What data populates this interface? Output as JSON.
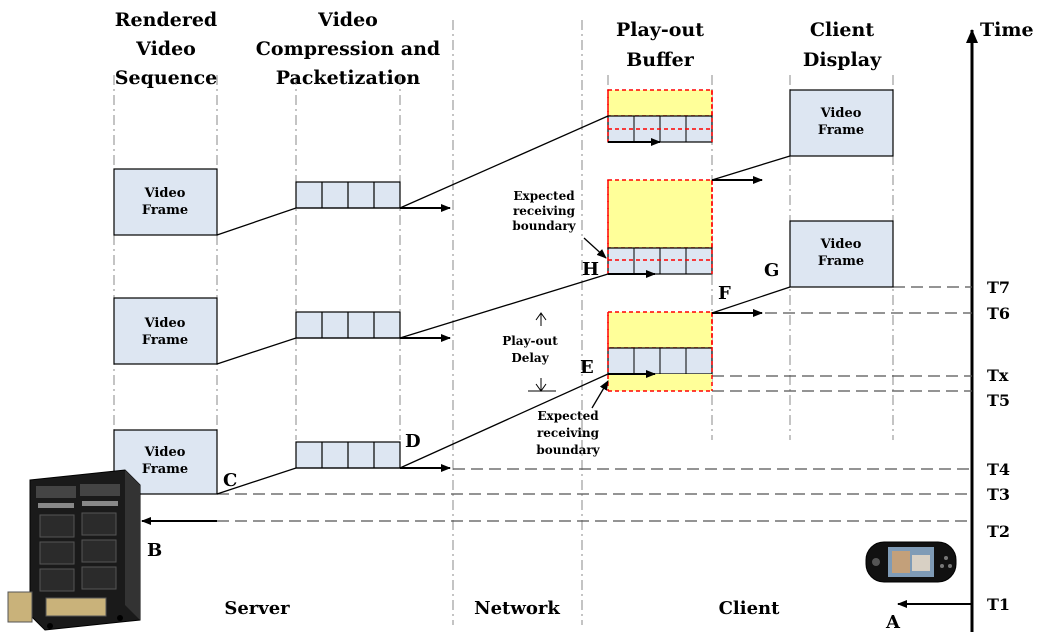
{
  "columns": {
    "rendered": [
      "Rendered",
      "Video",
      "Sequence"
    ],
    "compression": [
      "Video",
      "Compression and",
      "Packetization"
    ],
    "buffer": [
      "Play-out",
      "Buffer"
    ],
    "display": [
      "Client",
      "Display"
    ],
    "time": "Time"
  },
  "frame_label": [
    "Video",
    "Frame"
  ],
  "annotations": {
    "expected_top": [
      "Expected",
      "receiving",
      "boundary"
    ],
    "expected_bottom": [
      "Expected",
      "receiving",
      "boundary"
    ],
    "playout_delay": [
      "Play-out",
      "Delay"
    ]
  },
  "points": {
    "A": "A",
    "B": "B",
    "C": "C",
    "D": "D",
    "E": "E",
    "F": "F",
    "G": "G",
    "H": "H"
  },
  "times": {
    "T7": "T7",
    "T6": "T6",
    "Tx": "Tx",
    "T5": "T5",
    "T4": "T4",
    "T3": "T3",
    "T2": "T2",
    "T1": "T1"
  },
  "regions": {
    "server": "Server",
    "network": "Network",
    "client": "Client"
  },
  "colors": {
    "frame_fill": "#dde6f2",
    "buffer_fill": "#ffff99",
    "boundary_red": "#ff0000"
  },
  "icons": {
    "server_rack": "server-rack-icon",
    "handheld": "handheld-console-icon"
  }
}
